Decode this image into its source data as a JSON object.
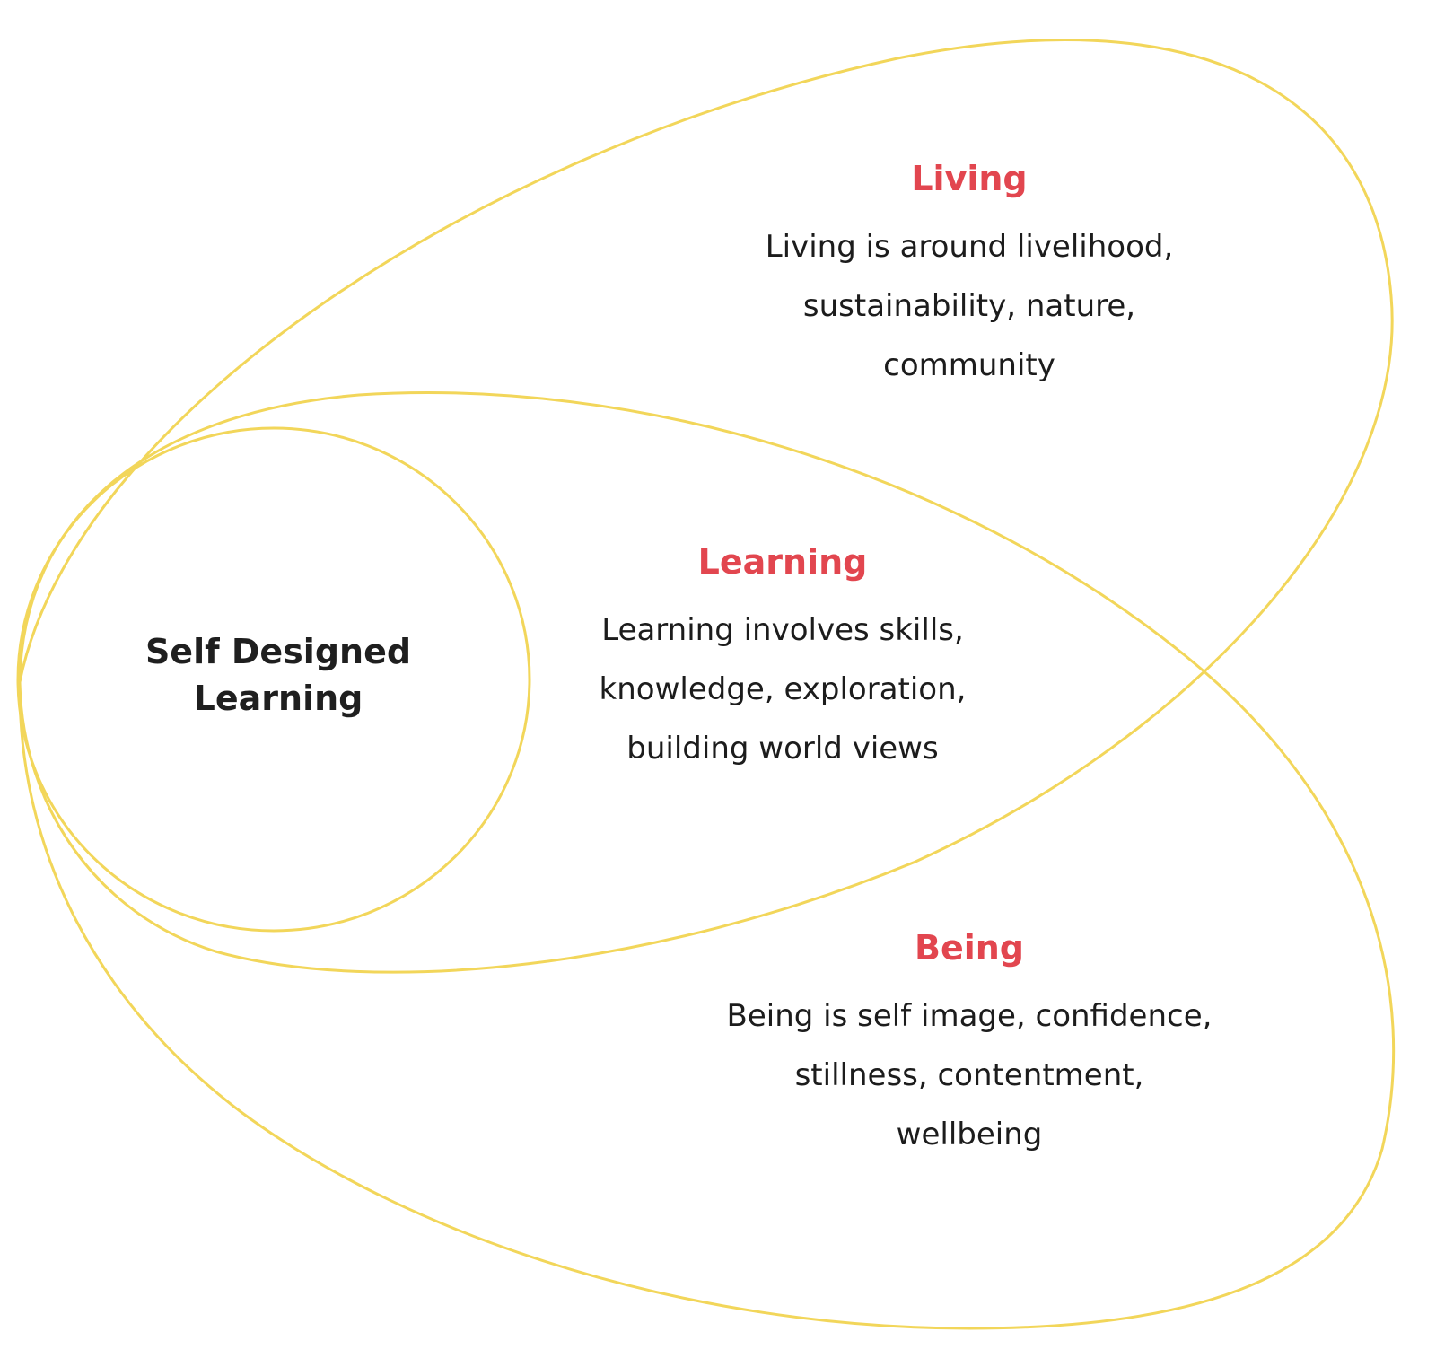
{
  "colors": {
    "outline": "#f2d65a",
    "heading": "#e2464f",
    "text": "#1c1c1c",
    "core_text": "#1f1f1f"
  },
  "core": {
    "lines": [
      "Self Designed",
      "Learning"
    ]
  },
  "living": {
    "title": "Living",
    "lines": [
      "Living is around livelihood,",
      "sustainability, nature,",
      "community"
    ]
  },
  "learning": {
    "title": "Learning",
    "lines": [
      "Learning involves skills,",
      "knowledge, exploration,",
      "building world views"
    ]
  },
  "being": {
    "title": "Being",
    "lines": [
      "Being is self image, confidence,",
      "stillness, contentment,",
      "wellbeing"
    ]
  }
}
